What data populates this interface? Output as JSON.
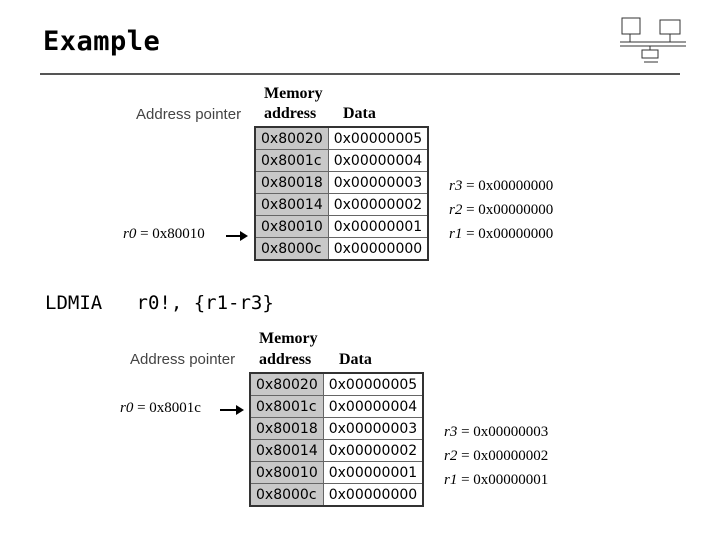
{
  "slide": {
    "title": "Example",
    "instruction": {
      "mnemonic": "LDMIA",
      "operands": "r0!, {r1-r3}"
    }
  },
  "figures": [
    {
      "header": {
        "memory": "Memory",
        "address": "address",
        "data": "Data",
        "pointer_label": "Address pointer"
      },
      "rows": [
        {
          "address": "0x80020",
          "data": "0x00000005"
        },
        {
          "address": "0x8001c",
          "data": "0x00000004"
        },
        {
          "address": "0x80018",
          "data": "0x00000003"
        },
        {
          "address": "0x80014",
          "data": "0x00000002"
        },
        {
          "address": "0x80010",
          "data": "0x00000001"
        },
        {
          "address": "0x8000c",
          "data": "0x00000000"
        }
      ],
      "registers": [
        {
          "name": "r3",
          "value": "= 0x00000000"
        },
        {
          "name": "r2",
          "value": "= 0x00000000"
        },
        {
          "name": "r1",
          "value": "= 0x00000000"
        }
      ],
      "pointer": {
        "name": "r0",
        "value": "= 0x80010"
      }
    },
    {
      "header": {
        "memory": "Memory",
        "address": "address",
        "data": "Data",
        "pointer_label": "Address pointer"
      },
      "rows": [
        {
          "address": "0x80020",
          "data": "0x00000005"
        },
        {
          "address": "0x8001c",
          "data": "0x00000004"
        },
        {
          "address": "0x80018",
          "data": "0x00000003"
        },
        {
          "address": "0x80014",
          "data": "0x00000002"
        },
        {
          "address": "0x80010",
          "data": "0x00000001"
        },
        {
          "address": "0x8000c",
          "data": "0x00000000"
        }
      ],
      "registers": [
        {
          "name": "r3",
          "value": "= 0x00000003"
        },
        {
          "name": "r2",
          "value": "= 0x00000002"
        },
        {
          "name": "r1",
          "value": "= 0x00000001"
        }
      ],
      "pointer": {
        "name": "r0",
        "value": "= 0x8001c"
      }
    }
  ]
}
